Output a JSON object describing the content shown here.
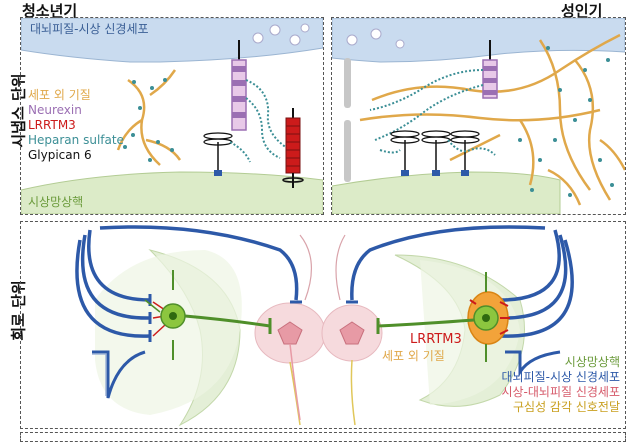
{
  "columns": {
    "adolescent": "청소년기",
    "adult": "성인기"
  },
  "rows": {
    "synapse": "시냅스 단위",
    "circuit": "회로 단위"
  },
  "synapse_panel": {
    "top_cell_label": "대뇌피질-시상 신경세포",
    "bottom_cell_label": "시상망상핵",
    "legend": [
      {
        "label": "세포 외 기질",
        "color": "#e0a84a"
      },
      {
        "label": "Neurexin",
        "color": "#9b6fb3"
      },
      {
        "label": "LRRTM3",
        "color": "#cc1b1b"
      },
      {
        "label": "Heparan sulfate",
        "color": "#3c8f96"
      },
      {
        "label": "Glypican 6",
        "color": "#111111"
      }
    ]
  },
  "circuit_panel": {
    "lrrtm3_label": "LRRTM3",
    "ecm_label": "세포 외 기질",
    "legend": [
      {
        "label": "시상망상핵",
        "color": "#6a9a3a"
      },
      {
        "label": "대뇌피질-시상 신경세포",
        "color": "#2d59a8"
      },
      {
        "label": "시상-대뇌피질 신경세포",
        "color": "#d65a6a"
      },
      {
        "label": "구심성 감각 신호전달",
        "color": "#c9a020"
      }
    ]
  },
  "colors": {
    "cortico_blue": "#2d59a8",
    "trn_green": "#6a9a3a",
    "tc_pink": "#d65a6a",
    "ecm_orange": "#e0a84a",
    "dash_border": "#555555"
  }
}
